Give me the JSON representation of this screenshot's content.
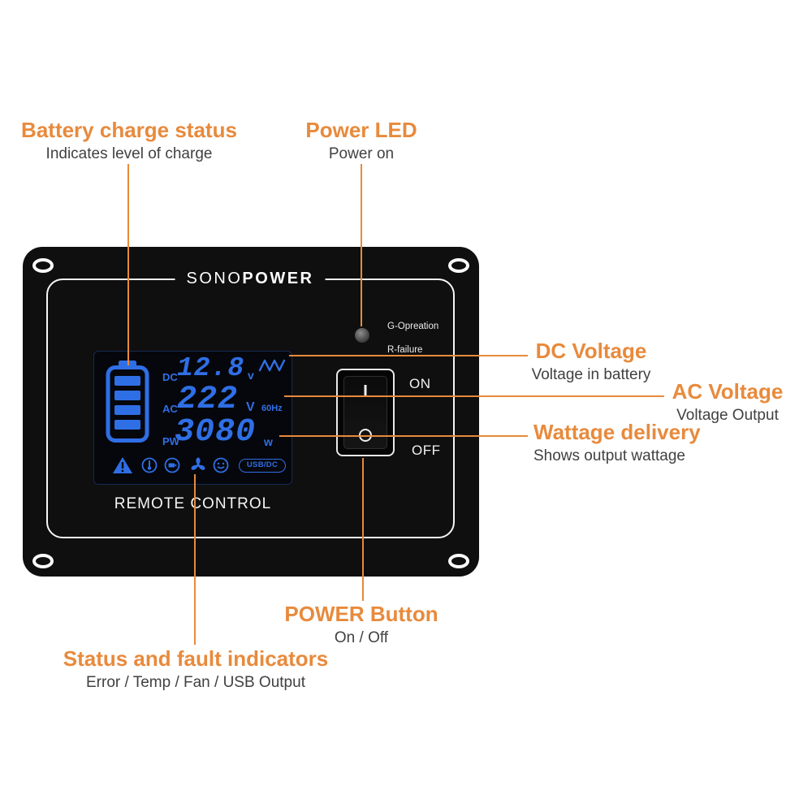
{
  "colors": {
    "accent_orange": "#E88A3C",
    "lcd_blue": "#2F6FE6",
    "panel_black": "#0F0F0F"
  },
  "callouts": {
    "battery": {
      "title": "Battery charge status",
      "subtitle": "Indicates level of charge"
    },
    "power_led": {
      "title": "Power LED",
      "subtitle": "Power on"
    },
    "dc_voltage": {
      "title": "DC Voltage",
      "subtitle": "Voltage in battery"
    },
    "ac_voltage": {
      "title": "AC Voltage",
      "subtitle": "Voltage Output"
    },
    "wattage": {
      "title": "Wattage delivery",
      "subtitle": "Shows output wattage"
    },
    "power_button": {
      "title": "POWER Button",
      "subtitle": "On / Off"
    },
    "status": {
      "title": "Status and fault indicators",
      "subtitle": "Error / Temp / Fan / USB Output"
    }
  },
  "panel": {
    "brand": {
      "sono": "SONO",
      "power": "POWER"
    },
    "remote_control": "REMOTE CONTROL",
    "led_labels": {
      "operation": "G-Opreation",
      "failure": "R-failure"
    },
    "switch": {
      "on": "ON",
      "off": "OFF"
    },
    "display": {
      "dc": {
        "label": "DC",
        "value": "12.8",
        "unit": "v"
      },
      "ac": {
        "label": "AC",
        "value": "222",
        "unit": "V",
        "freq": "60Hz"
      },
      "pw": {
        "label": "PW",
        "value": "3080",
        "unit": "w"
      },
      "usb_badge": "USB/DC",
      "status_icons": [
        "warning",
        "temperature",
        "battery",
        "fan",
        "face"
      ]
    }
  }
}
